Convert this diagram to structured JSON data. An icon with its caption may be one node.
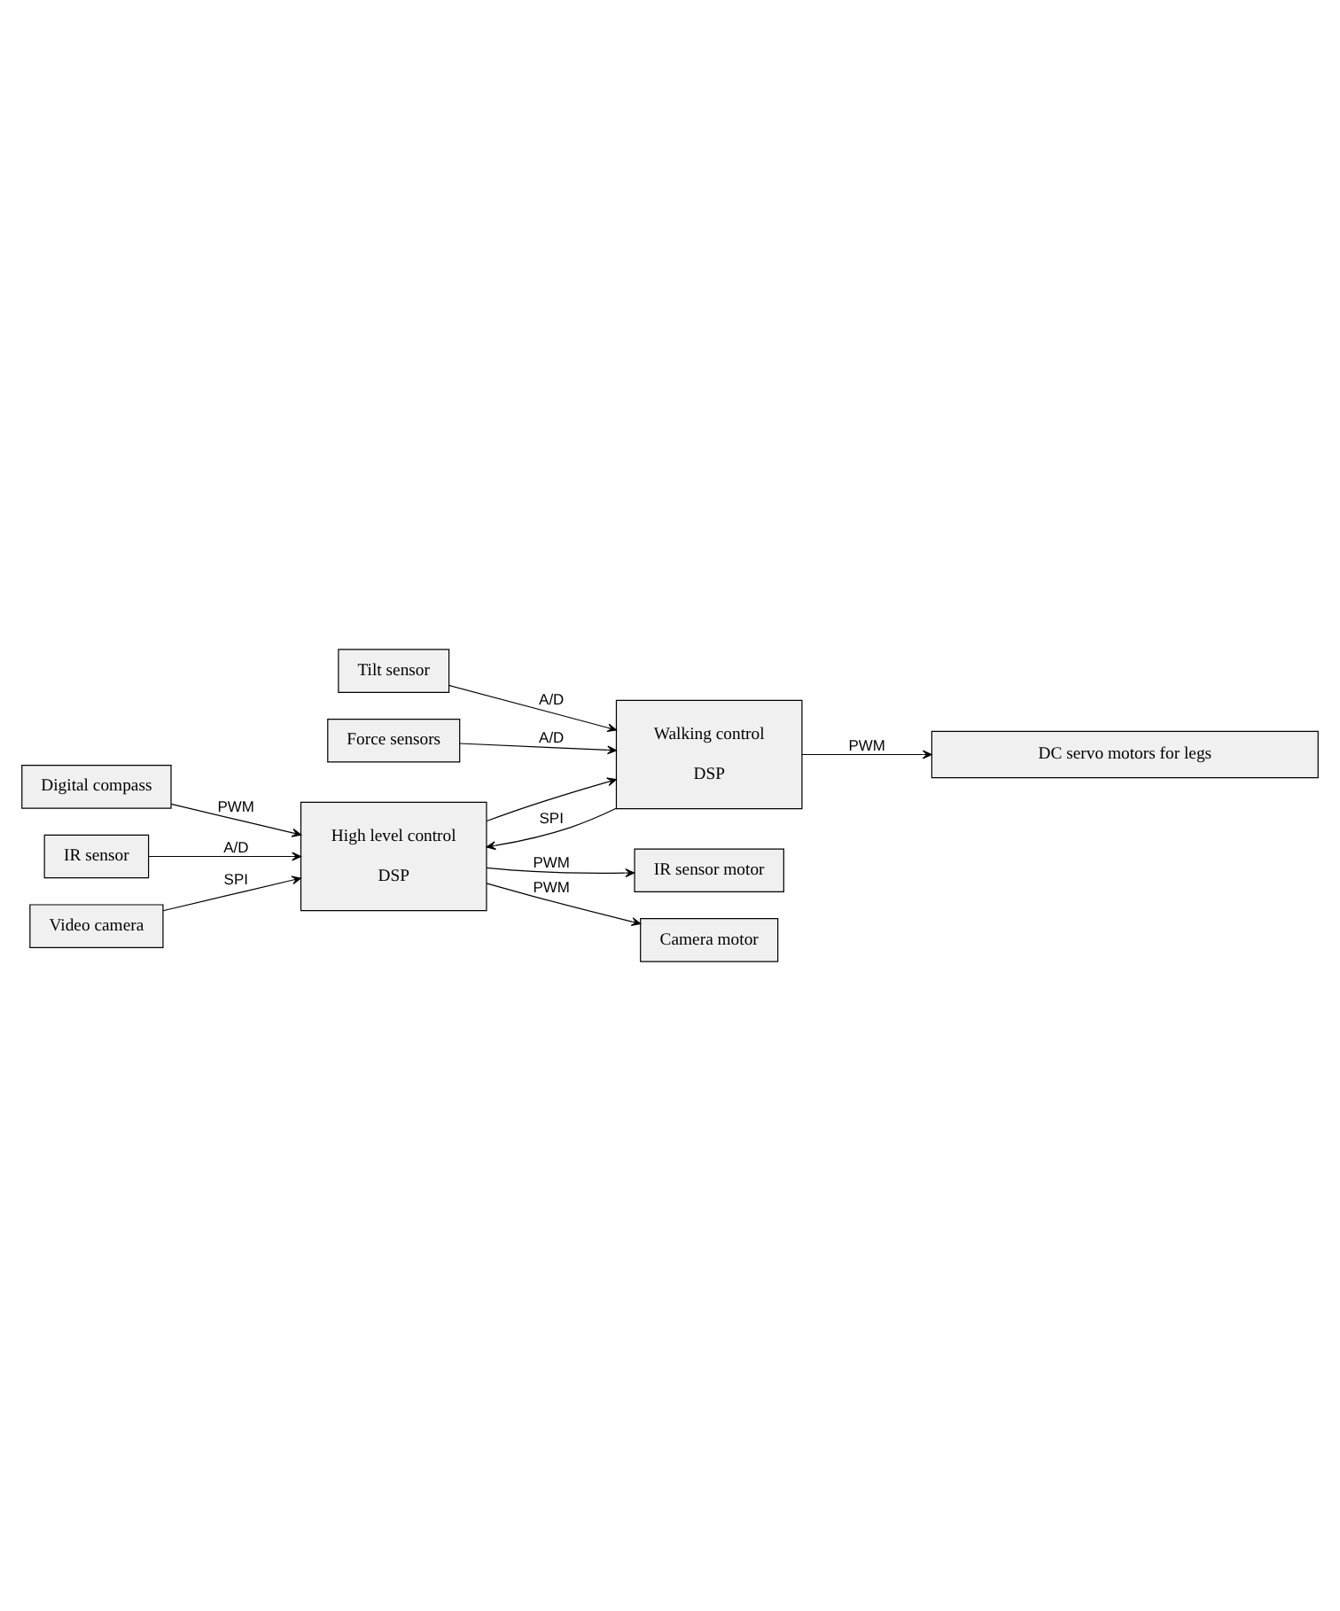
{
  "diagram": {
    "nodes": [
      {
        "text": [
          "High level control",
          "DSP"
        ]
      },
      {
        "text": [
          "IR sensor motor"
        ]
      },
      {
        "text": [
          "Camera motor"
        ]
      },
      {
        "text": [
          "Digital compass"
        ]
      },
      {
        "text": [
          "IR sensor"
        ]
      },
      {
        "text": [
          "Video camera"
        ]
      },
      {
        "text": [
          "Walking control",
          "DSP"
        ]
      },
      {
        "text": [
          "Tilt sensor"
        ]
      },
      {
        "text": [
          "Force sensors"
        ]
      },
      {
        "text": [
          "DC servo motors for legs"
        ]
      }
    ],
    "edges": [
      {
        "from": 0,
        "to": 1,
        "arrow": "to",
        "label": "PWM"
      },
      {
        "from": 0,
        "to": 2,
        "arrow": "to",
        "label": "PWM"
      },
      {
        "from": 3,
        "to": 0,
        "arrow": "to",
        "label": "PWM"
      },
      {
        "from": 4,
        "to": 0,
        "arrow": "to",
        "label": "A/D"
      },
      {
        "from": 5,
        "to": 0,
        "arrow": "to",
        "label": "SPI"
      },
      {
        "from": 0,
        "to": 6,
        "arrow": "to"
      },
      {
        "from": 6,
        "to": 0,
        "arrow": "to",
        "label": "SPI"
      },
      {
        "from": 7,
        "to": 6,
        "arrow": "to",
        "label": "A/D"
      },
      {
        "from": 8,
        "to": 6,
        "arrow": "to",
        "label": "A/D"
      },
      {
        "from": 6,
        "to": 9,
        "arrow": "to",
        "label": "PWM"
      }
    ]
  }
}
